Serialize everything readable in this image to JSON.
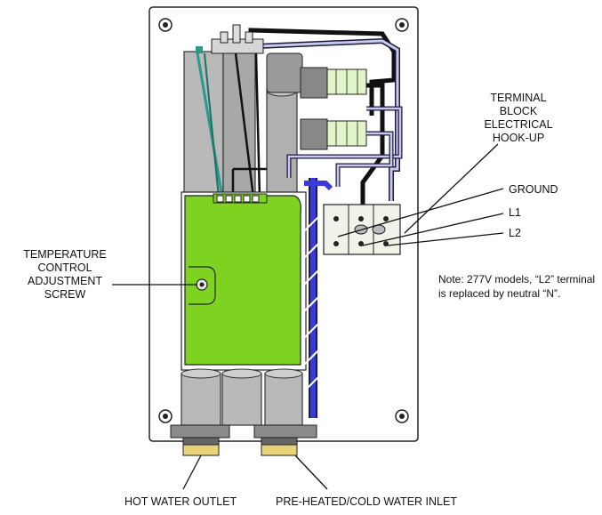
{
  "labels": {
    "terminal_block": [
      "TERMINAL",
      "BLOCK",
      "ELECTRICAL",
      "HOOK-UP"
    ],
    "ground": "GROUND",
    "l1": "L1",
    "l2": "L2",
    "temperature_screw": [
      "TEMPERATURE",
      "CONTROL",
      "ADJUSTMENT",
      "SCREW"
    ],
    "hot_water_outlet": "HOT WATER OUTLET",
    "cold_water_inlet": "PRE-HEATED/COLD WATER INLET",
    "note": "Note: 277V models, “L2” terminal is replaced by neutral “N”."
  },
  "colors": {
    "circuit_board": "#7ed321",
    "heating_elements": "#b9b9b9",
    "connector_green": "#e2f5c8",
    "wire_blue": "#3a3ad8",
    "wire_lavender": "#c8c8f0",
    "wire_black": "#111111",
    "wire_teal": "#2a9a8a"
  }
}
